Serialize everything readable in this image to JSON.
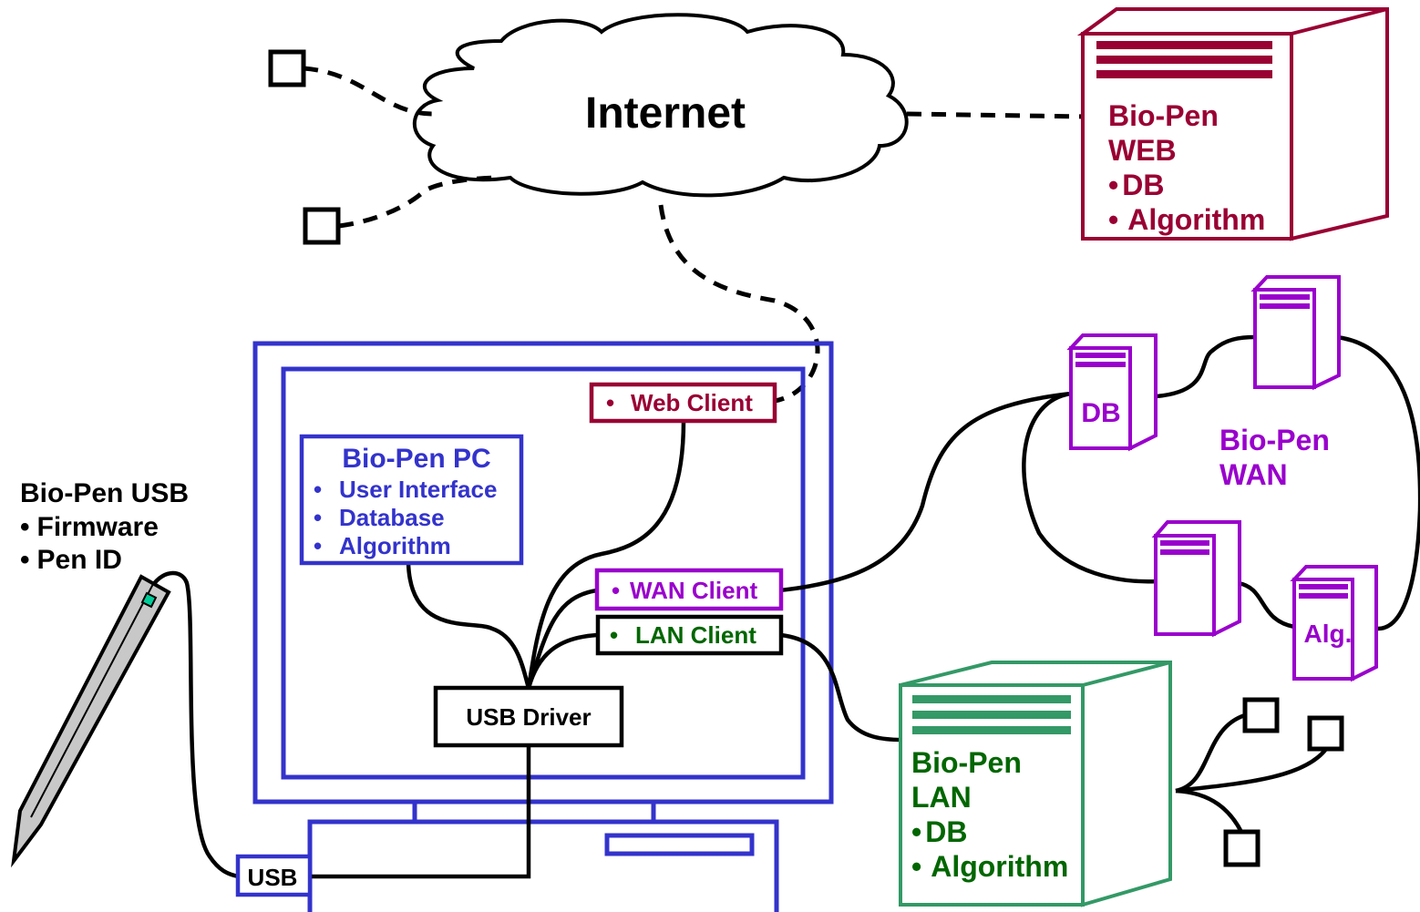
{
  "colors": {
    "black": "#000000",
    "blue": "#3333cc",
    "maroon": "#990033",
    "purple": "#9900cc",
    "green": "#339966",
    "darkgreen": "#006600",
    "pen": "#c8c8c8",
    "pen_tip": "#00cc99"
  },
  "cloud": {
    "label": "Internet"
  },
  "web_server": {
    "title": "Bio-Pen",
    "subtitle": "WEB",
    "items": [
      "DB",
      "Algorithm"
    ]
  },
  "wan": {
    "title": "Bio-Pen",
    "subtitle": "WAN",
    "db_label": "DB",
    "alg_label": "Alg."
  },
  "lan_server": {
    "title": "Bio-Pen",
    "subtitle": "LAN",
    "items": [
      "DB",
      "Algorithm"
    ]
  },
  "usb_device": {
    "title": "Bio-Pen USB",
    "items": [
      "Firmware",
      "Pen ID"
    ]
  },
  "pc": {
    "title": "Bio-Pen PC",
    "items": [
      "User Interface",
      "Database",
      "Algorithm"
    ],
    "web_client": "Web Client",
    "wan_client": "WAN Client",
    "lan_client": "LAN Client",
    "usb_driver": "USB Driver",
    "usb_port": "USB",
    "bullet": "•"
  }
}
